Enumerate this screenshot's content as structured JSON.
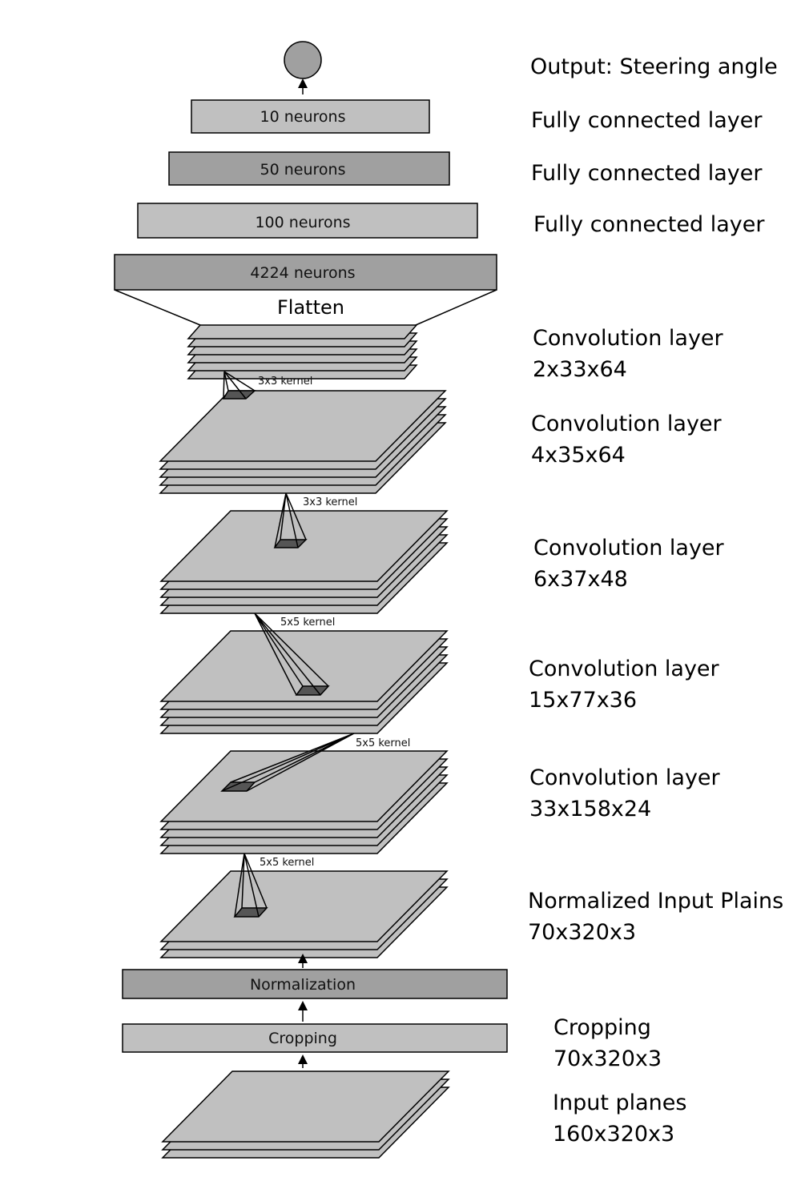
{
  "output": {
    "node_label": "",
    "title": "Output: Steering angle"
  },
  "layers": [
    {
      "box": "10 neurons",
      "label": [
        "Fully connected layer"
      ]
    },
    {
      "box": "50 neurons",
      "label": [
        "Fully connected layer"
      ]
    },
    {
      "box": "100 neurons",
      "label": [
        "Fully connected layer"
      ]
    },
    {
      "box": "4224 neurons",
      "label": []
    },
    {
      "box": "Flatten",
      "label": []
    },
    {
      "box": "",
      "label": [
        "Convolution layer",
        "2x33x64"
      ]
    },
    {
      "box": "",
      "label": [
        "Convolution layer",
        "4x35x64"
      ]
    },
    {
      "box": "",
      "label": [
        "Convolution layer",
        "6x37x48"
      ]
    },
    {
      "box": "",
      "label": [
        "Convolution layer",
        "15x77x36"
      ]
    },
    {
      "box": "",
      "label": [
        "Convolution layer",
        "33x158x24"
      ]
    },
    {
      "box": "",
      "label": [
        "Normalized Input Plains",
        "70x320x3"
      ]
    },
    {
      "box": "Normalization",
      "label": []
    },
    {
      "box": "Cropping",
      "label": [
        "Cropping",
        "70x320x3"
      ]
    },
    {
      "box": "",
      "label": [
        "Input planes",
        "160x320x3"
      ]
    }
  ],
  "kernels": [
    "3x3 kernel",
    "3x3 kernel",
    "5x5 kernel",
    "5x5 kernel",
    "5x5 kernel"
  ],
  "colors": {
    "light_gray": "#c0c0c0",
    "dark_gray": "#a0a0a0",
    "kernel_dark": "#555555",
    "stroke": "#000000"
  }
}
